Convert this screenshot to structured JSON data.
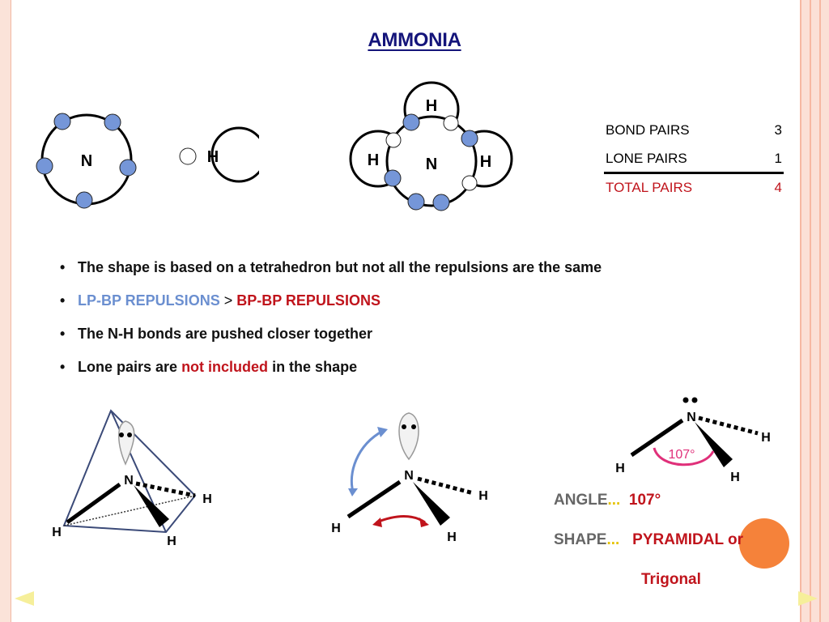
{
  "slide": {
    "title": "AMMONIA"
  },
  "atoms": {
    "n": "N",
    "h": "H"
  },
  "table": {
    "rows": [
      {
        "label": "BOND PAIRS",
        "value": "3"
      },
      {
        "label": "LONE PAIRS",
        "value": "1"
      },
      {
        "label": "TOTAL PAIRS",
        "value": "4"
      }
    ]
  },
  "bullets": {
    "b1": "The shape is based on a tetrahedron but not all the repulsions are the same",
    "b2_lp": "LP-BP REPULSIONS",
    "b2_gt": ">",
    "b2_bp": "BP-BP REPULSIONS",
    "b3": "The N-H bonds are pushed closer together",
    "b4_pre": "Lone pairs are ",
    "b4_red": "not included",
    "b4_post": " in the shape"
  },
  "angle_label": "107°",
  "info": {
    "angle_label": "ANGLE",
    "angle_dots": "...",
    "angle_value": "107°",
    "shape_label": "SHAPE",
    "shape_dots": "...",
    "shape_value_1": "PYRAMIDAL or",
    "shape_value_2": "Trigonal"
  },
  "colors": {
    "title": "#14147a",
    "accent_red": "#c0141c",
    "accent_blue": "#6b8fd0",
    "electron_fill": "#7596d8",
    "highlight_orange": "#f5823a"
  },
  "nav": {
    "prev_icon": "prev-arrow-icon",
    "next_icon": "next-arrow-icon"
  }
}
